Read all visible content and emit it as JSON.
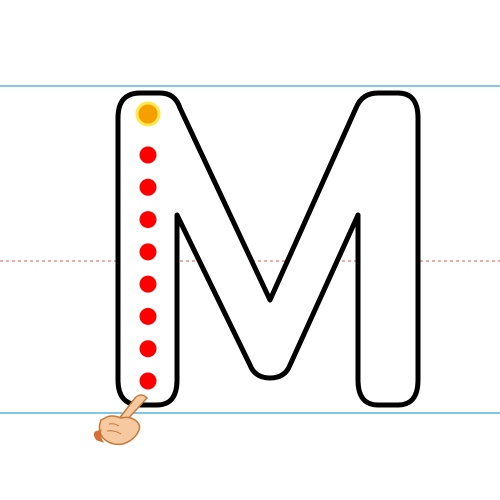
{
  "game": {
    "letter": "M",
    "current_stroke": 1,
    "dots_in_stroke": 8,
    "start_dot_color": "#f5a000",
    "start_dot_ring_color": "#ffe84d",
    "guide_dot_color": "#ff0000",
    "guide_line_color": "#5ab4e0",
    "midline_color": "#e05a5a",
    "letter_fill_color": "#ffffff",
    "letter_outline_color": "#000000",
    "pointer": "pointing-hand-icon"
  }
}
